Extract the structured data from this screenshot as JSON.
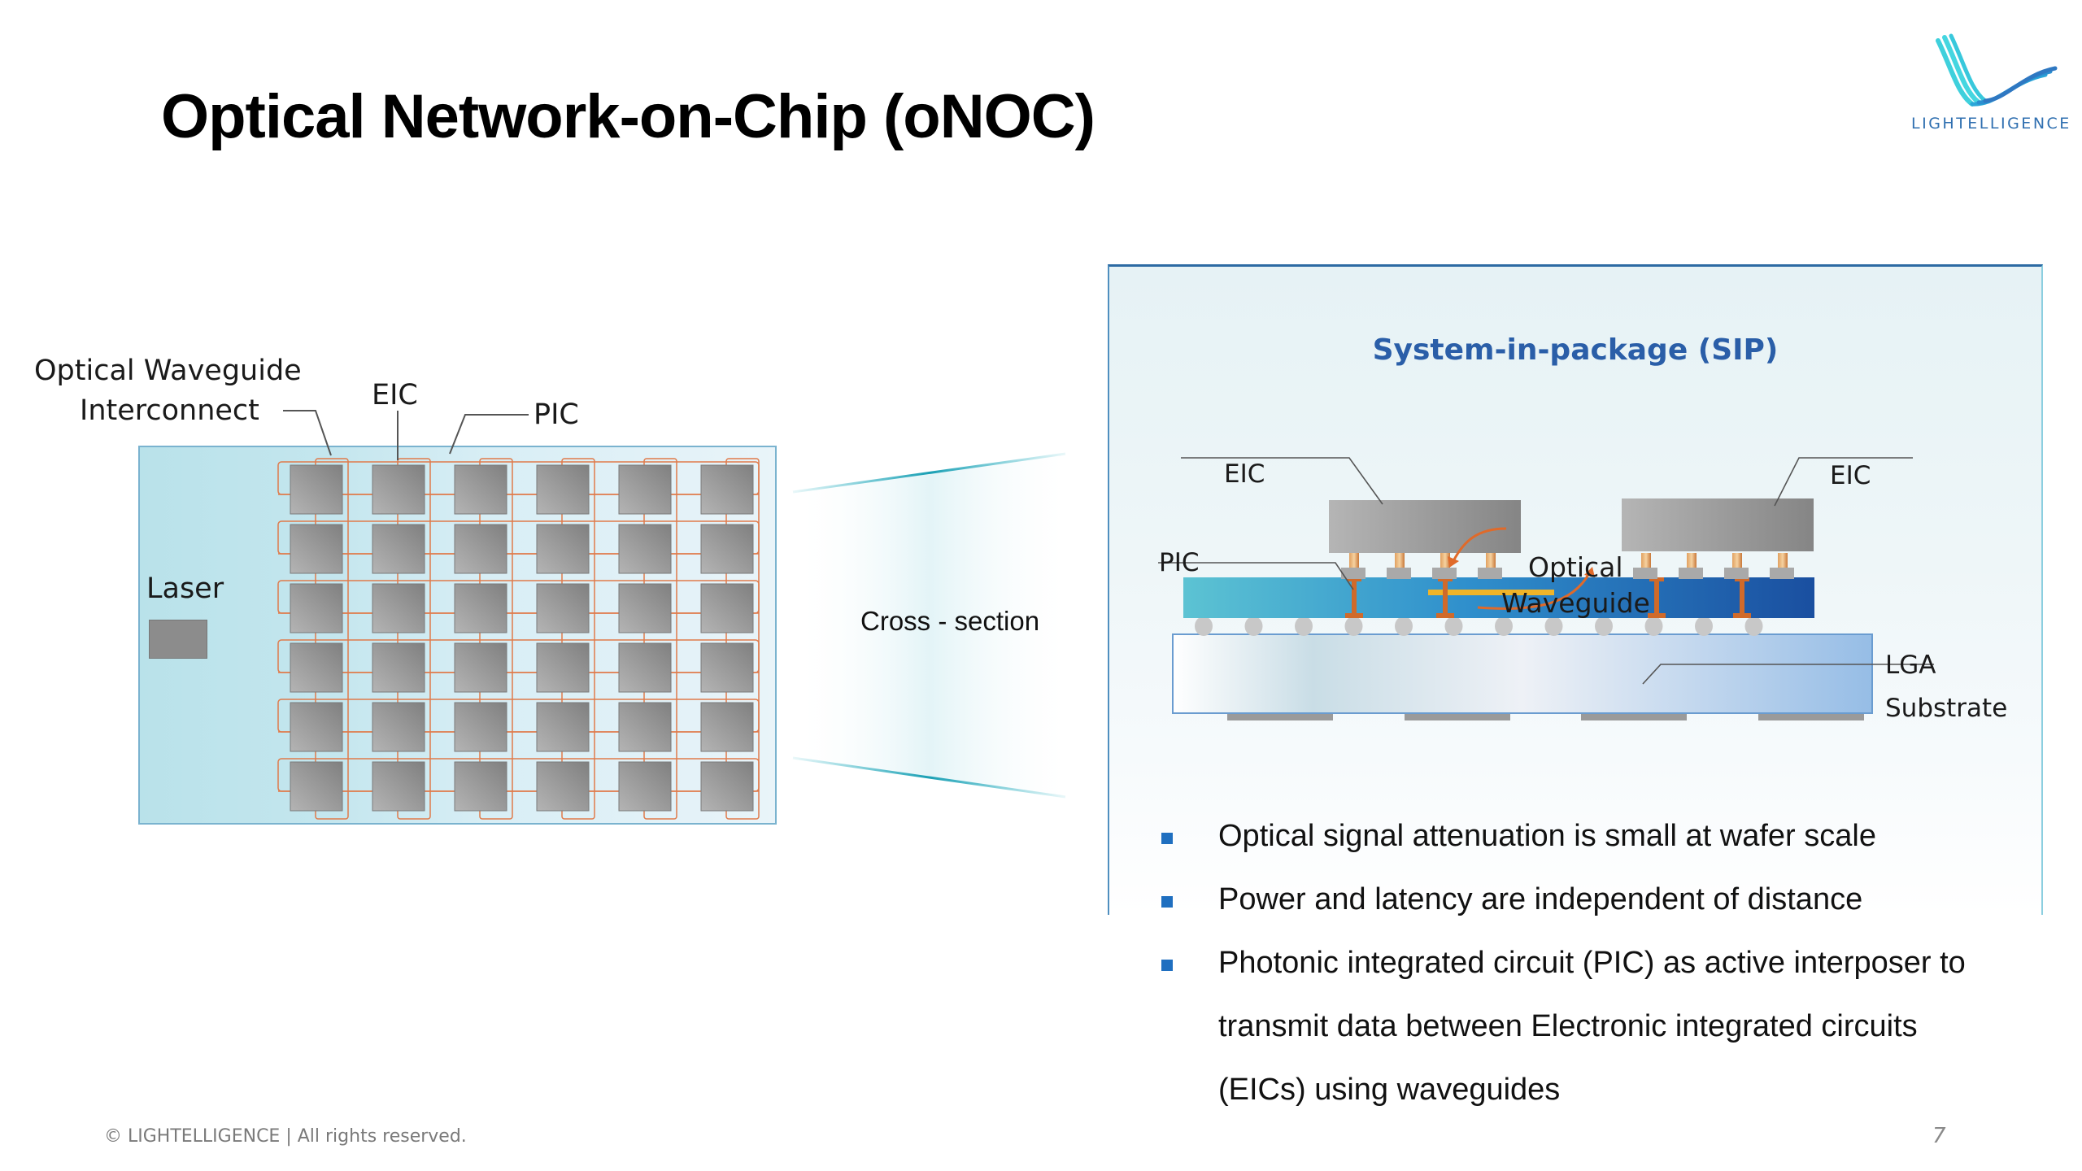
{
  "slide": {
    "title": "Optical Network-on-Chip (oNOC)",
    "page_number": "7",
    "footer": "© LIGHTELLIGENCE  |  All rights reserved."
  },
  "logo": {
    "icon": "lightelligence-wave-logo-icon",
    "text": "LIGHTELLIGENCE",
    "colors": [
      "#3fd0dc",
      "#2aa6d8",
      "#2f6fb0"
    ]
  },
  "left_diagram": {
    "labels": {
      "waveguide_line1": "Optical Waveguide",
      "waveguide_line2": "Interconnect",
      "eic": "EIC",
      "pic": "PIC",
      "laser": "Laser"
    },
    "grid": {
      "rows": 6,
      "cols": 6
    },
    "colors": {
      "board": "#bfe4ec",
      "chip": "#9a9a9a",
      "waveguide": "#e07a4a"
    }
  },
  "cross_section_label": "Cross - section",
  "sip": {
    "title": "System-in-package (SIP)",
    "labels": {
      "eic_left": "EIC",
      "eic_right": "EIC",
      "pic": "PIC",
      "optical": "Optical",
      "waveguide": "Waveguide",
      "lga": "LGA",
      "substrate": "Substrate"
    },
    "colors": {
      "title": "#2a5ea8",
      "pic_start": "#5cc3d3",
      "pic_end": "#1a4fa0",
      "waveguide": "#f0b428",
      "arrow": "#e06a2a",
      "copper": "#d06a2a"
    }
  },
  "bullets": [
    {
      "lines": [
        "Optical signal attenuation is small at wafer scale"
      ]
    },
    {
      "lines": [
        "Power and latency are independent of distance"
      ]
    },
    {
      "lines": [
        "Photonic integrated circuit (PIC) as active interposer to",
        "transmit data between Electronic integrated circuits",
        "(EICs) using waveguides"
      ]
    }
  ],
  "bullet_color": "#1f6fc0"
}
